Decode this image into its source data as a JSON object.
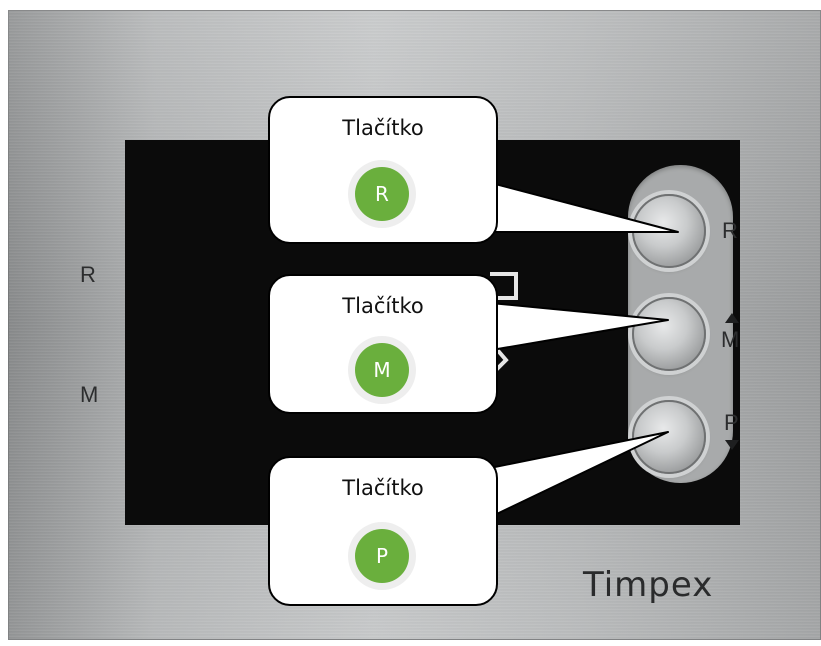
{
  "panel_labels": {
    "left_r": "R",
    "left_m": "M",
    "right_r": "R",
    "right_m": "M",
    "right_p": "P"
  },
  "brand": "Timpex",
  "callouts": [
    {
      "title": "Tlačítko",
      "badge": "R"
    },
    {
      "title": "Tlačítko",
      "badge": "M"
    },
    {
      "title": "Tlačítko",
      "badge": "P"
    }
  ],
  "colors": {
    "badge_green": "#6aaf3d",
    "screen_black": "#0b0b0b",
    "brushed_steel": "#b3b5b6"
  }
}
